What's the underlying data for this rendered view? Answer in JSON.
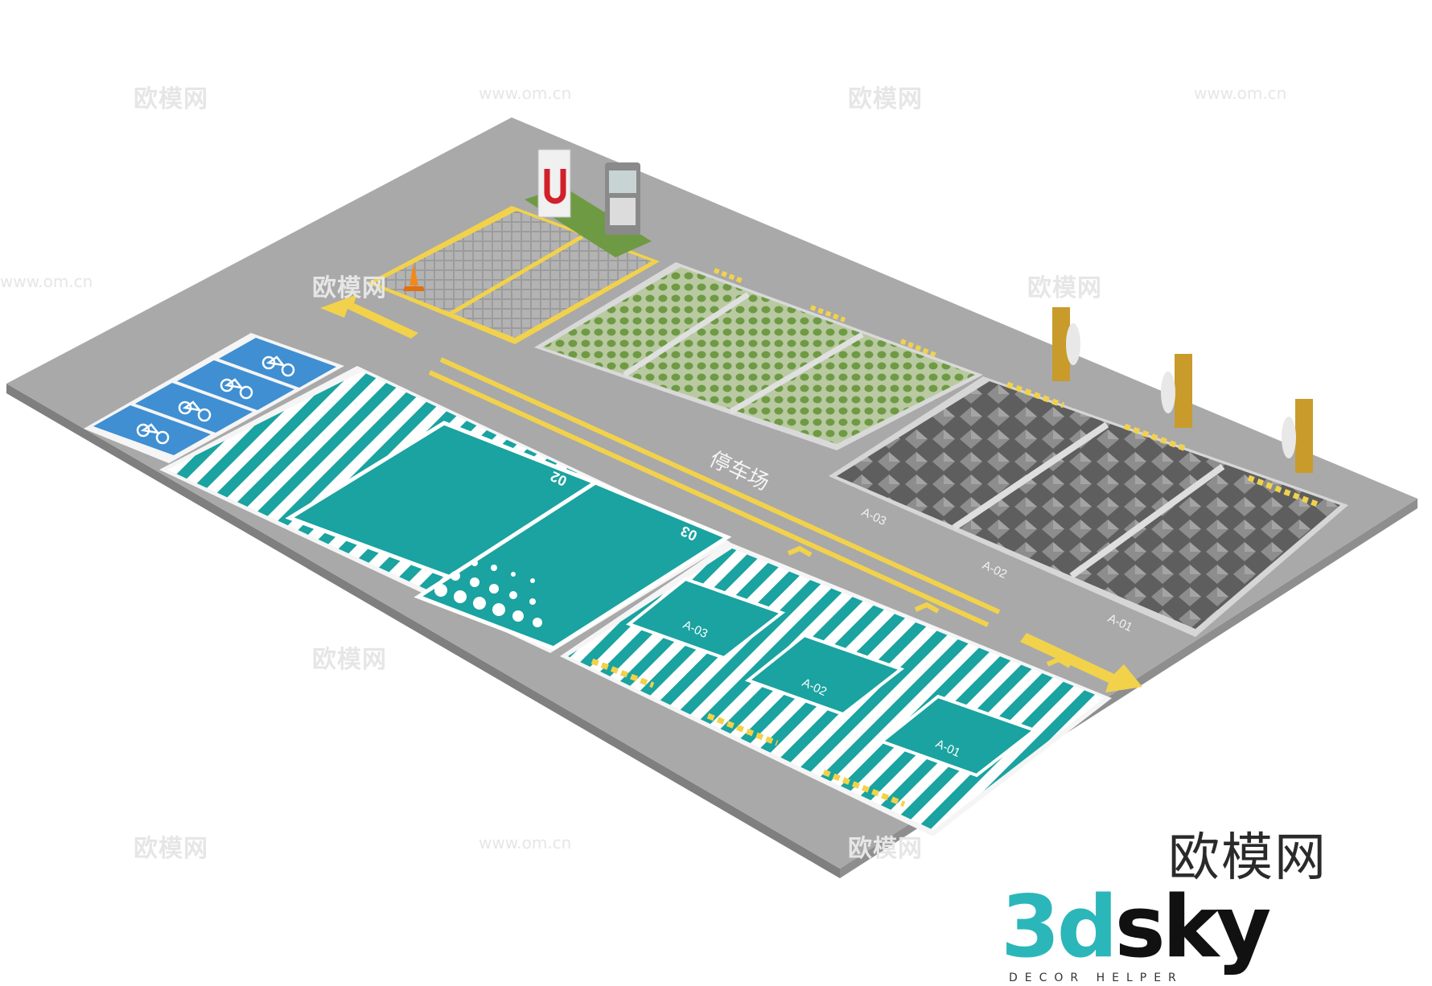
{
  "scene": {
    "road_label": "停车场",
    "zone_numbers": [
      "02",
      "03"
    ],
    "accessible_slots": [
      "A-03",
      "A-02",
      "A-01"
    ],
    "ev_slots": [
      "A-03",
      "A-02",
      "A-01"
    ],
    "bicycle_spaces": 4
  },
  "watermarks": {
    "cn": "欧模网",
    "url": "www.om.cn"
  },
  "brand": {
    "cn_name": "欧模网",
    "logo_part1": "3d",
    "logo_part2": "sky",
    "tagline": "DECOR HELPER"
  },
  "colors": {
    "asphalt": "#a9a9a9",
    "teal": "#1aa3a0",
    "bike_blue": "#3f8fd2",
    "yellow": "#f2d24b",
    "grass": "#7da353",
    "paver": "#6a6a6a"
  }
}
